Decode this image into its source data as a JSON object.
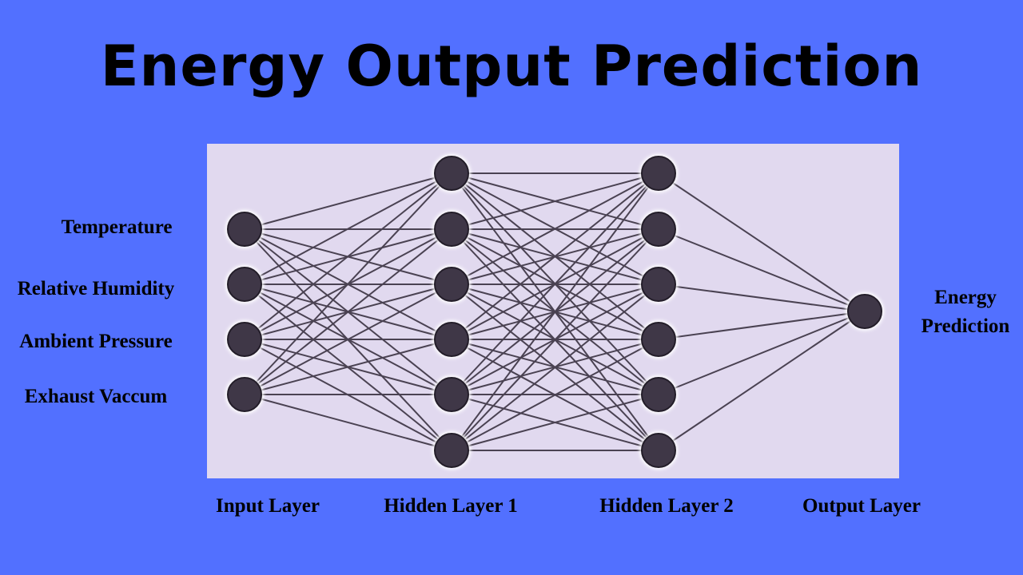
{
  "title": "Energy Output Prediction",
  "inputs": [
    "Temperature",
    "Relative Humidity",
    "Ambient Pressure",
    "Exhaust Vaccum"
  ],
  "output_label": [
    "Energy",
    "Prediction"
  ],
  "layers": [
    "Input Layer",
    "Hidden Layer 1",
    "Hidden Layer 2",
    "Output Layer"
  ],
  "layer_sizes": [
    4,
    6,
    6,
    1
  ],
  "colors": {
    "background": "#5270ff",
    "panel": "#e1d9ef",
    "node": "#3f3747",
    "edge": "#4a4252"
  }
}
